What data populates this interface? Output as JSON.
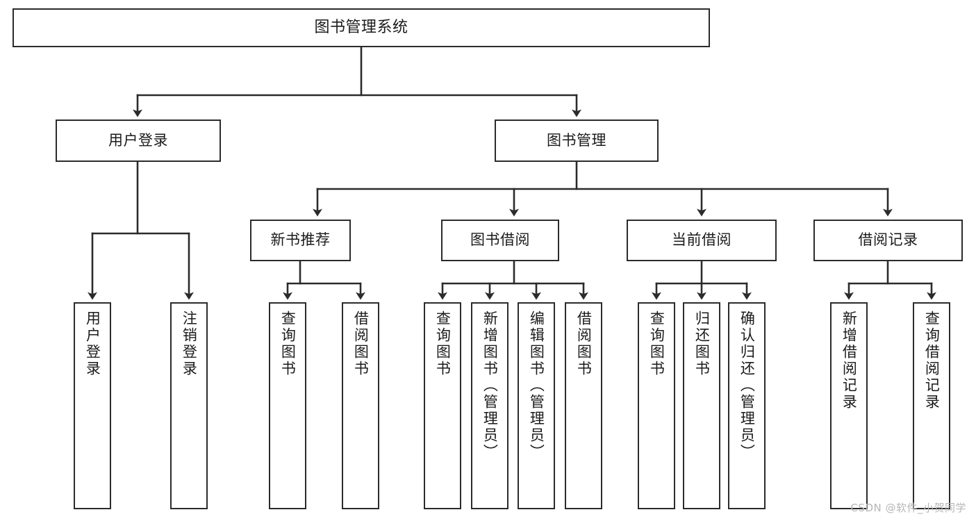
{
  "diagram": {
    "title": "图书管理系统",
    "type": "tree",
    "colors": {
      "node_border": "#2b2b2b",
      "node_fill": "#ffffff",
      "edge": "#2b2b2b",
      "text": "#1b1b1b",
      "watermark": "#b6b6b6"
    },
    "nodes": {
      "root": {
        "label": "图书管理系统"
      },
      "level2": [
        {
          "id": "user-login",
          "label": "用户登录"
        },
        {
          "id": "book-manage",
          "label": "图书管理"
        }
      ],
      "level3": [
        {
          "id": "new-book-rec",
          "label": "新书推荐"
        },
        {
          "id": "book-borrow",
          "label": "图书借阅"
        },
        {
          "id": "current-borrow",
          "label": "当前借阅"
        },
        {
          "id": "borrow-record",
          "label": "借阅记录"
        }
      ],
      "leaves": {
        "user_login": [
          {
            "id": "leaf-user-login",
            "label": "用户登录"
          },
          {
            "id": "leaf-logout-login",
            "label": "注销登录"
          }
        ],
        "new_book_rec": [
          {
            "id": "leaf-query-book-1",
            "label": "查询图书"
          },
          {
            "id": "leaf-borrow-book-1",
            "label": "借阅图书"
          }
        ],
        "book_borrow": [
          {
            "id": "leaf-query-book-2",
            "label": "查询图书"
          },
          {
            "id": "leaf-add-book",
            "label": "新增图书（管理员）"
          },
          {
            "id": "leaf-edit-book",
            "label": "编辑图书（管理员）"
          },
          {
            "id": "leaf-borrow-book-2",
            "label": "借阅图书"
          }
        ],
        "current_borrow": [
          {
            "id": "leaf-query-book-3",
            "label": "查询图书"
          },
          {
            "id": "leaf-return-book",
            "label": "归还图书"
          },
          {
            "id": "leaf-confirm-return",
            "label": "确认归还（管理员）"
          }
        ],
        "borrow_record": [
          {
            "id": "leaf-add-record",
            "label": "新增借阅记录"
          },
          {
            "id": "leaf-query-record",
            "label": "查询借阅记录"
          }
        ]
      }
    },
    "edges": [
      {
        "from": "root",
        "to": "user-login"
      },
      {
        "from": "root",
        "to": "book-manage"
      },
      {
        "from": "user-login",
        "to": "leaf-user-login"
      },
      {
        "from": "user-login",
        "to": "leaf-logout-login"
      },
      {
        "from": "book-manage",
        "to": "new-book-rec"
      },
      {
        "from": "book-manage",
        "to": "book-borrow"
      },
      {
        "from": "book-manage",
        "to": "current-borrow"
      },
      {
        "from": "book-manage",
        "to": "borrow-record"
      },
      {
        "from": "new-book-rec",
        "to": "leaf-query-book-1"
      },
      {
        "from": "new-book-rec",
        "to": "leaf-borrow-book-1"
      },
      {
        "from": "book-borrow",
        "to": "leaf-query-book-2"
      },
      {
        "from": "book-borrow",
        "to": "leaf-add-book"
      },
      {
        "from": "book-borrow",
        "to": "leaf-edit-book"
      },
      {
        "from": "book-borrow",
        "to": "leaf-borrow-book-2"
      },
      {
        "from": "current-borrow",
        "to": "leaf-query-book-3"
      },
      {
        "from": "current-borrow",
        "to": "leaf-return-book"
      },
      {
        "from": "current-borrow",
        "to": "leaf-confirm-return"
      },
      {
        "from": "borrow-record",
        "to": "leaf-add-record"
      },
      {
        "from": "borrow-record",
        "to": "leaf-query-record"
      }
    ]
  },
  "watermark": {
    "text": "CSDN @软件_小贺同学"
  }
}
